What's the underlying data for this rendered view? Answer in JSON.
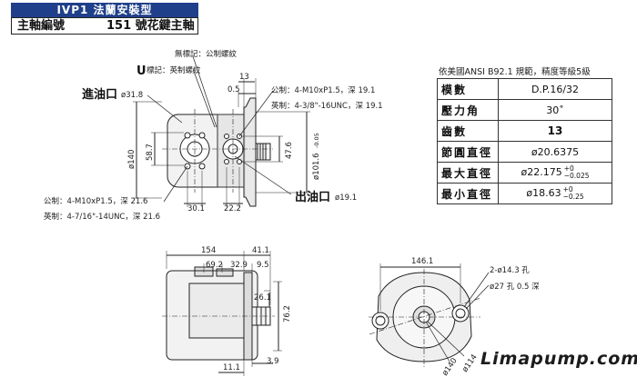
{
  "header": {
    "title": "IVP1 法蘭安裝型",
    "shaft_label": "主軸編號",
    "shaft_value": "151 號花鍵主軸"
  },
  "top_view": {
    "mark_metric": "無標記：公制螺紋",
    "mark_u_letter": "U",
    "mark_u_text": "標記：英制螺紋",
    "inlet_label": "進油口",
    "inlet_dia": "ø31.8",
    "outlet_label": "出油口",
    "outlet_dia": "ø19.1",
    "dim_13": "13",
    "dim_0_5": "0.5",
    "dim_140": "ø140",
    "dim_58_7": "58.7",
    "dim_47_6": "47.6",
    "dim_101_6": "ø101.6",
    "dim_101_6_tol": "-0.05",
    "dim_30_1": "30.1",
    "dim_22_2": "22.2",
    "outlet_metric": "公制：4-M10xP1.5，深 19.1",
    "outlet_imperial": "英制：4-3/8\"-16UNC，深 19.1",
    "inlet_metric": "公制：4-M10xP1.5，深 21.6",
    "inlet_imperial": "英制：4-7/16\"-14UNC，深 21.6"
  },
  "side_view": {
    "dim_154": "154",
    "dim_41_1": "41.1",
    "dim_69_2": "69.2",
    "dim_32_9": "32.9",
    "dim_9_5": "9.5",
    "dim_26_1": "26.1",
    "dim_76_2": "76.2",
    "dim_11_1": "11.1",
    "dim_3_9": "3.9"
  },
  "flange_view": {
    "dim_146_1": "146.1",
    "holes": "2-ø14.3 孔",
    "counterbore": "ø27 孔 0.5 深",
    "dim_114": "ø114",
    "dim_140": "ø140"
  },
  "spec": {
    "title": "依美國ANSI  B92.1 規範，精度等級5級",
    "rows": [
      {
        "k": "模數",
        "v": "D.P.16/32"
      },
      {
        "k": "壓力角",
        "v": "30˚"
      },
      {
        "k": "齒數",
        "v": "13"
      },
      {
        "k": "節圓直徑",
        "v": "ø20.6375"
      },
      {
        "k": "最大直徑",
        "v": "ø22.175",
        "tol_up": "+0",
        "tol_dn": "−0.025"
      },
      {
        "k": "最小直徑",
        "v": "ø18.63",
        "tol_up": "+0",
        "tol_dn": "−0.25"
      }
    ]
  },
  "watermark": "Limapump.com"
}
